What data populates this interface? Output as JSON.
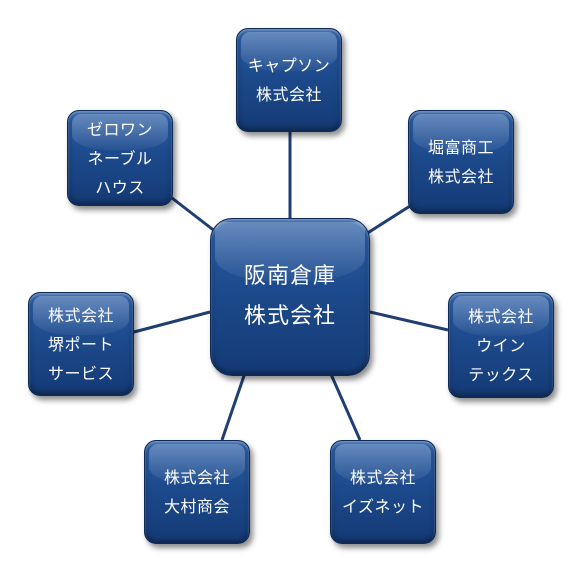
{
  "colors": {
    "node_fill": "#1d4a8c",
    "node_border": "#0e2a57",
    "connector": "#1f3f73",
    "text": "#ffffff"
  },
  "center": {
    "lines": [
      "阪南倉庫",
      "株式会社"
    ]
  },
  "nodes": {
    "top": {
      "lines": [
        "キャプソン",
        "株式会社"
      ]
    },
    "top_left": {
      "lines": [
        "ゼロワン",
        "ネーブル",
        "ハウス"
      ]
    },
    "top_right": {
      "lines": [
        "堀富商工",
        "株式会社"
      ]
    },
    "left": {
      "lines": [
        "株式会社",
        "堺ポート",
        "サービス"
      ]
    },
    "right": {
      "lines": [
        "株式会社",
        "ウイン",
        "テックス"
      ]
    },
    "bottom_left": {
      "lines": [
        "株式会社",
        "大村商会"
      ]
    },
    "bottom_right": {
      "lines": [
        "株式会社",
        "イズネット"
      ]
    }
  }
}
